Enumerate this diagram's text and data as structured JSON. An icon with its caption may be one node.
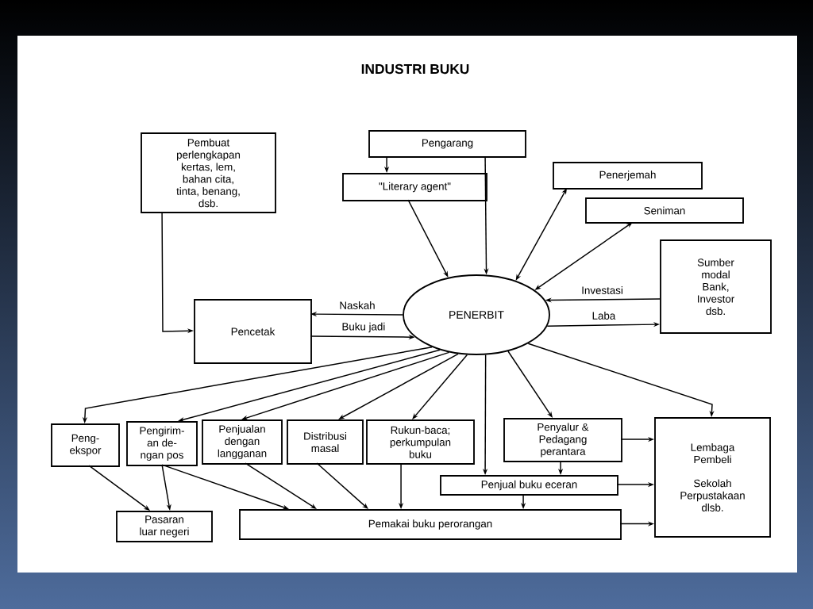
{
  "diagram": {
    "title": "INDUSTRI BUKU",
    "nodes": [
      {
        "text": [
          "Pembuat perlengkapan kertas, lem, bahan cita, tinta, benang, dsb."
        ]
      },
      {
        "text": [
          "Pengarang"
        ]
      },
      {
        "text": [
          "\"Literary agent\""
        ]
      },
      {
        "text": [
          "Penerjemah"
        ]
      },
      {
        "text": [
          "Seniman"
        ]
      },
      {
        "text": [
          "Sumber modal Bank, Investor dsb."
        ]
      },
      {
        "text": [
          "Pencetak"
        ]
      },
      {
        "text": [
          "PENERBIT"
        ]
      },
      {
        "text": [
          "Peng- ekspor"
        ]
      },
      {
        "text": [
          "Pengirim- an de- ngan pos"
        ]
      },
      {
        "text": [
          "Penjualan dengan langganan"
        ]
      },
      {
        "text": [
          "Distribusi masal"
        ]
      },
      {
        "text": [
          "Rukun-baca; perkumpulan buku"
        ]
      },
      {
        "text": [
          "Penyalur & Pedagang perantara"
        ]
      },
      {
        "text": [
          "Lembaga Pembeli",
          "Sekolah Perpustakaan dlsb."
        ]
      },
      {
        "text": [
          "Penjual buku eceran"
        ]
      },
      {
        "text": [
          "Pasaran luar negeri"
        ]
      },
      {
        "text": [
          "Pemakai buku perorangan"
        ]
      }
    ],
    "edges": [
      {
        "from": 1,
        "to": 2,
        "arrow": "to"
      },
      {
        "from": 1,
        "to": 7,
        "arrow": "to"
      },
      {
        "from": 2,
        "to": 7,
        "arrow": "to"
      },
      {
        "from": 3,
        "to": 7,
        "arrow": "both"
      },
      {
        "from": 4,
        "to": 7,
        "arrow": "both"
      },
      {
        "from": 5,
        "to": 7,
        "arrow": "to",
        "label": "Investasi"
      },
      {
        "from": 7,
        "to": 5,
        "arrow": "to",
        "label": "Laba"
      },
      {
        "from": 7,
        "to": 6,
        "arrow": "to",
        "label": "Naskah"
      },
      {
        "from": 6,
        "to": 7,
        "arrow": "to",
        "label": "Buku jadi"
      },
      {
        "from": 0,
        "to": 6,
        "arrow": "to"
      },
      {
        "from": 7,
        "to": 8,
        "arrow": "to"
      },
      {
        "from": 7,
        "to": 9,
        "arrow": "to"
      },
      {
        "from": 7,
        "to": 10,
        "arrow": "to"
      },
      {
        "from": 7,
        "to": 11,
        "arrow": "to"
      },
      {
        "from": 7,
        "to": 12,
        "arrow": "to"
      },
      {
        "from": 7,
        "to": 15,
        "arrow": "to"
      },
      {
        "from": 7,
        "to": 13,
        "arrow": "to"
      },
      {
        "from": 7,
        "to": 14,
        "arrow": "to"
      },
      {
        "from": 13,
        "to": 14,
        "arrow": "to"
      },
      {
        "from": 13,
        "to": 15,
        "arrow": "to"
      },
      {
        "from": 15,
        "to": 14,
        "arrow": "to"
      },
      {
        "from": 15,
        "to": 17,
        "arrow": "to"
      },
      {
        "from": 17,
        "to": 14,
        "arrow": "to"
      },
      {
        "from": 8,
        "to": 16,
        "arrow": "to"
      },
      {
        "from": 9,
        "to": 16,
        "arrow": "to"
      },
      {
        "from": 9,
        "to": 17,
        "arrow": "to"
      },
      {
        "from": 10,
        "to": 17,
        "arrow": "to"
      },
      {
        "from": 11,
        "to": 17,
        "arrow": "to"
      },
      {
        "from": 12,
        "to": 17,
        "arrow": "to"
      }
    ]
  }
}
